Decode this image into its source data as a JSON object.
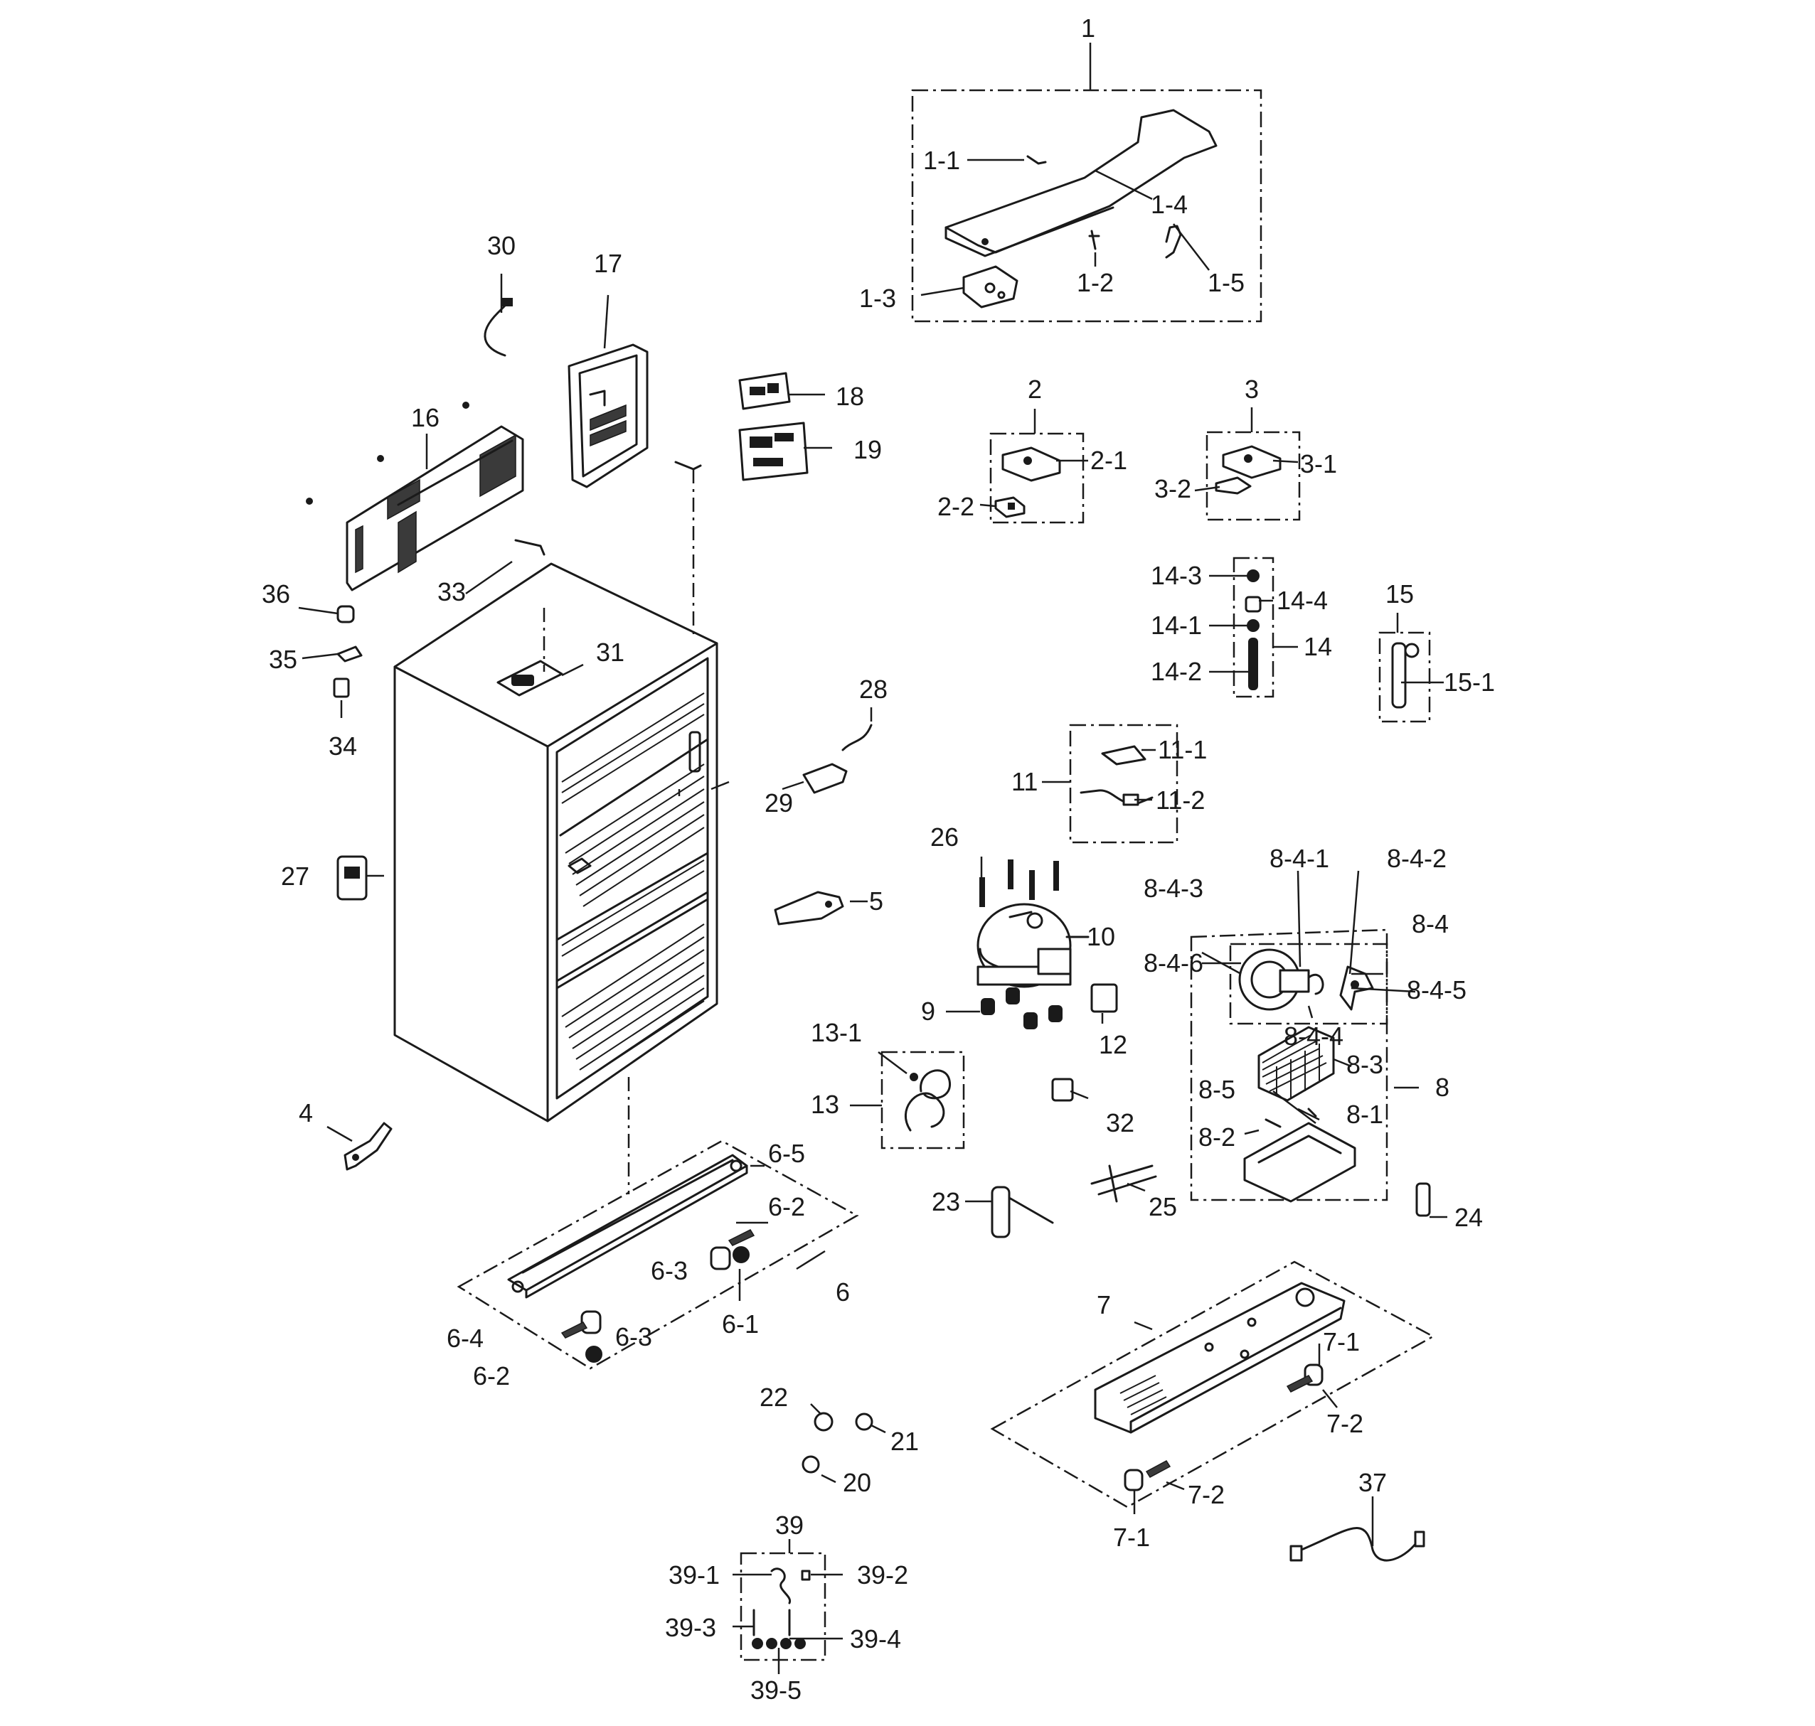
{
  "labels": [
    {
      "id": "1",
      "text": "1"
    },
    {
      "id": "1-1",
      "text": "1-1"
    },
    {
      "id": "1-2",
      "text": "1-2"
    },
    {
      "id": "1-3",
      "text": "1-3"
    },
    {
      "id": "1-4",
      "text": "1-4"
    },
    {
      "id": "1-5",
      "text": "1-5"
    },
    {
      "id": "2",
      "text": "2"
    },
    {
      "id": "2-1",
      "text": "2-1"
    },
    {
      "id": "2-2",
      "text": "2-2"
    },
    {
      "id": "3",
      "text": "3"
    },
    {
      "id": "3-1",
      "text": "3-1"
    },
    {
      "id": "3-2",
      "text": "3-2"
    },
    {
      "id": "4",
      "text": "4"
    },
    {
      "id": "5",
      "text": "5"
    },
    {
      "id": "6",
      "text": "6"
    },
    {
      "id": "6-1",
      "text": "6-1"
    },
    {
      "id": "6-2a",
      "text": "6-2"
    },
    {
      "id": "6-2b",
      "text": "6-2"
    },
    {
      "id": "6-3a",
      "text": "6-3"
    },
    {
      "id": "6-3b",
      "text": "6-3"
    },
    {
      "id": "6-4",
      "text": "6-4"
    },
    {
      "id": "6-5",
      "text": "6-5"
    },
    {
      "id": "7",
      "text": "7"
    },
    {
      "id": "7-1a",
      "text": "7-1"
    },
    {
      "id": "7-1b",
      "text": "7-1"
    },
    {
      "id": "7-2a",
      "text": "7-2"
    },
    {
      "id": "7-2b",
      "text": "7-2"
    },
    {
      "id": "8",
      "text": "8"
    },
    {
      "id": "8-1",
      "text": "8-1"
    },
    {
      "id": "8-2",
      "text": "8-2"
    },
    {
      "id": "8-3",
      "text": "8-3"
    },
    {
      "id": "8-4",
      "text": "8-4"
    },
    {
      "id": "8-4-1",
      "text": "8-4-1"
    },
    {
      "id": "8-4-2",
      "text": "8-4-2"
    },
    {
      "id": "8-4-3",
      "text": "8-4-3"
    },
    {
      "id": "8-4-4",
      "text": "8-4-4"
    },
    {
      "id": "8-4-5",
      "text": "8-4-5"
    },
    {
      "id": "8-4-6",
      "text": "8-4-6"
    },
    {
      "id": "8-5",
      "text": "8-5"
    },
    {
      "id": "9",
      "text": "9"
    },
    {
      "id": "10",
      "text": "10"
    },
    {
      "id": "11",
      "text": "11"
    },
    {
      "id": "11-1",
      "text": "11-1"
    },
    {
      "id": "11-2",
      "text": "11-2"
    },
    {
      "id": "12",
      "text": "12"
    },
    {
      "id": "13",
      "text": "13"
    },
    {
      "id": "13-1",
      "text": "13-1"
    },
    {
      "id": "14",
      "text": "14"
    },
    {
      "id": "14-1",
      "text": "14-1"
    },
    {
      "id": "14-2",
      "text": "14-2"
    },
    {
      "id": "14-3",
      "text": "14-3"
    },
    {
      "id": "14-4",
      "text": "14-4"
    },
    {
      "id": "15",
      "text": "15"
    },
    {
      "id": "15-1",
      "text": "15-1"
    },
    {
      "id": "16",
      "text": "16"
    },
    {
      "id": "17",
      "text": "17"
    },
    {
      "id": "18",
      "text": "18"
    },
    {
      "id": "19",
      "text": "19"
    },
    {
      "id": "20",
      "text": "20"
    },
    {
      "id": "21",
      "text": "21"
    },
    {
      "id": "22",
      "text": "22"
    },
    {
      "id": "23",
      "text": "23"
    },
    {
      "id": "24",
      "text": "24"
    },
    {
      "id": "25",
      "text": "25"
    },
    {
      "id": "26",
      "text": "26"
    },
    {
      "id": "27",
      "text": "27"
    },
    {
      "id": "28",
      "text": "28"
    },
    {
      "id": "29",
      "text": "29"
    },
    {
      "id": "30",
      "text": "30"
    },
    {
      "id": "31",
      "text": "31"
    },
    {
      "id": "32",
      "text": "32"
    },
    {
      "id": "33",
      "text": "33"
    },
    {
      "id": "34",
      "text": "34"
    },
    {
      "id": "35",
      "text": "35"
    },
    {
      "id": "36",
      "text": "36"
    },
    {
      "id": "37",
      "text": "37"
    },
    {
      "id": "39",
      "text": "39"
    },
    {
      "id": "39-1",
      "text": "39-1"
    },
    {
      "id": "39-2",
      "text": "39-2"
    },
    {
      "id": "39-3",
      "text": "39-3"
    },
    {
      "id": "39-4",
      "text": "39-4"
    },
    {
      "id": "39-5",
      "text": "39-5"
    }
  ]
}
